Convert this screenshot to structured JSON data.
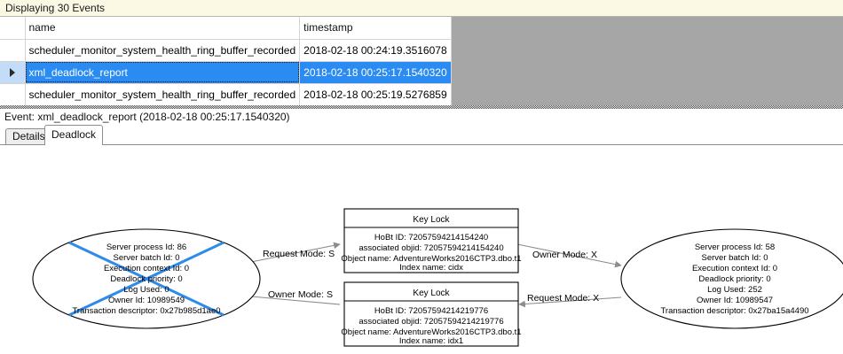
{
  "banner": {
    "text": "Displaying 30 Events"
  },
  "grid": {
    "columns": [
      "",
      "name",
      "timestamp"
    ],
    "rows": [
      {
        "marker": "",
        "name": "scheduler_monitor_system_health_ring_buffer_recorded",
        "timestamp": "2018-02-18 00:24:19.3516078",
        "selected": false
      },
      {
        "marker": "row-selector-arrow",
        "name": "xml_deadlock_report",
        "timestamp": "2018-02-18 00:25:17.1540320",
        "selected": true
      },
      {
        "marker": "",
        "name": "scheduler_monitor_system_health_ring_buffer_recorded",
        "timestamp": "2018-02-18 00:25:19.5276859",
        "selected": false
      }
    ]
  },
  "event_caption": {
    "text": "Event: xml_deadlock_report (2018-02-18 00:25:17.1540320)"
  },
  "tabs": [
    {
      "label": "Details",
      "active": false
    },
    {
      "label": "Deadlock",
      "active": true
    }
  ],
  "deadlock_graph": {
    "victim_process": "left-process",
    "processes": [
      {
        "id": "left-process",
        "is_victim": true,
        "lines": [
          "Server process Id: 86",
          "Server batch Id: 0",
          "Execution context Id: 0",
          "Deadlock priority: 0",
          "Log Used: 0",
          "Owner Id: 10989549",
          "Transaction descriptor: 0x27b985d1ae0"
        ]
      },
      {
        "id": "right-process",
        "is_victim": false,
        "lines": [
          "Server process Id: 58",
          "Server batch Id: 0",
          "Execution context Id: 0",
          "Deadlock priority: 0",
          "Log Used: 252",
          "Owner Id: 10989547",
          "Transaction descriptor: 0x27ba15a4490"
        ]
      }
    ],
    "resources": [
      {
        "id": "top-key-lock",
        "title": "Key Lock",
        "lines": [
          "HoBt ID: 72057594214154240",
          "associated objid: 72057594214154240",
          "Object name: AdventureWorks2016CTP3.dbo.t1",
          "Index name: cidx"
        ]
      },
      {
        "id": "bottom-key-lock",
        "title": "Key Lock",
        "lines": [
          "HoBt ID: 72057594214219776",
          "associated objid: 72057594214219776",
          "Object name: AdventureWorks2016CTP3.dbo.t1",
          "Index name: idx1"
        ]
      }
    ],
    "edges": [
      {
        "id": "edge-request-s",
        "label": "Request Mode: S",
        "from": "left-process",
        "to": "top-key-lock"
      },
      {
        "id": "edge-owner-x",
        "label": "Owner Mode: X",
        "from": "top-key-lock",
        "to": "right-process"
      },
      {
        "id": "edge-owner-s",
        "label": "Owner Mode: S",
        "from": "bottom-key-lock",
        "to": "left-process"
      },
      {
        "id": "edge-request-x",
        "label": "Request Mode: X",
        "from": "right-process",
        "to": "bottom-key-lock"
      }
    ]
  },
  "colors": {
    "banner_bg": "#fbf9e4",
    "selection_blue": "#2a8bf2",
    "victim_marker": "#2e8bea",
    "grid_filler": "#a6a6a6"
  }
}
